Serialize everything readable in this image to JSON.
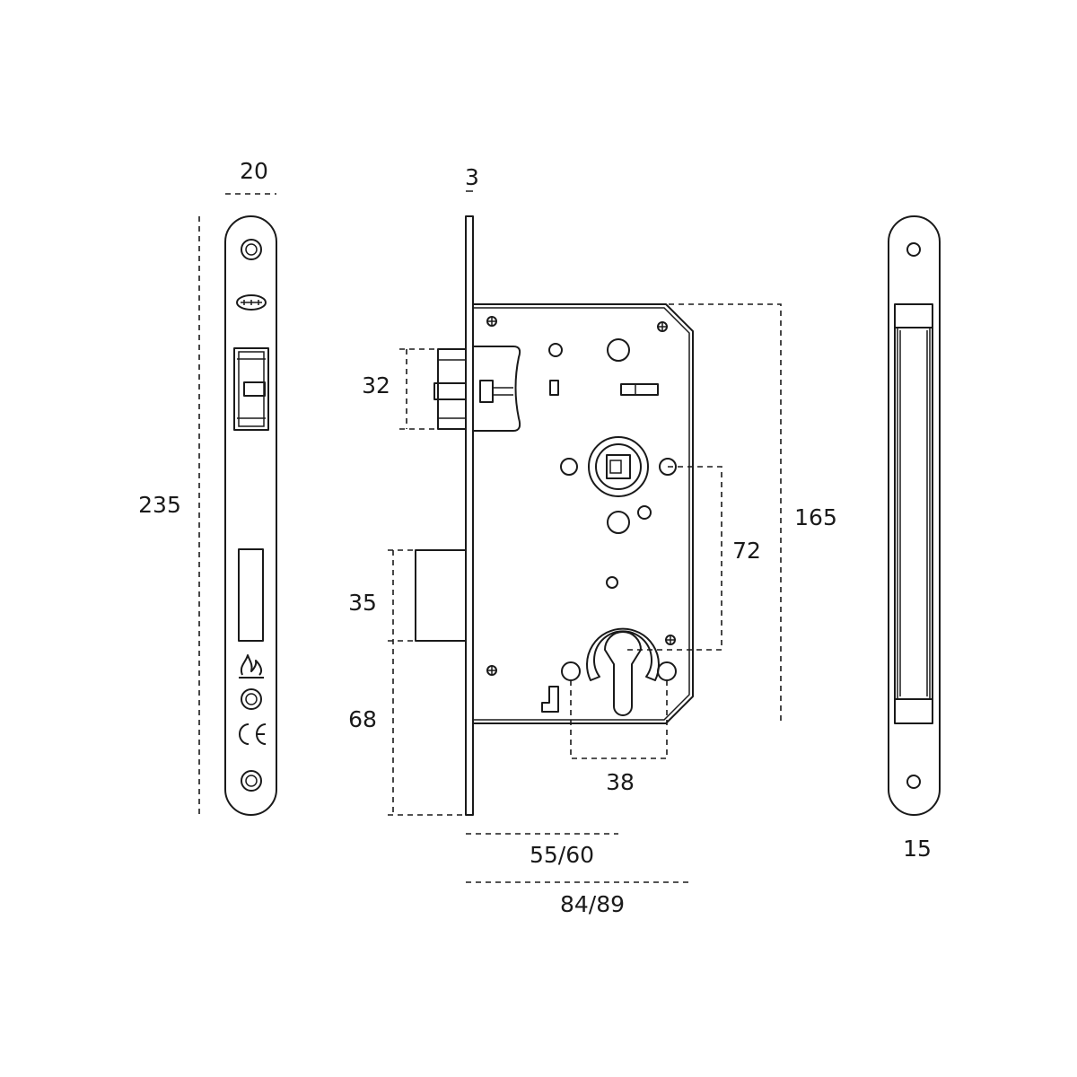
{
  "dimensions": {
    "faceplate_width": "20",
    "faceplate_thickness": "3",
    "faceplate_height": "235",
    "latch_height": "32",
    "deadbolt_height": "35",
    "deadbolt_from_bottom": "68",
    "case_height": "165",
    "handle_to_cylinder": "72",
    "cylinder_width": "38",
    "backset": "55/60",
    "case_depth": "84/89",
    "strike_width": "15"
  }
}
